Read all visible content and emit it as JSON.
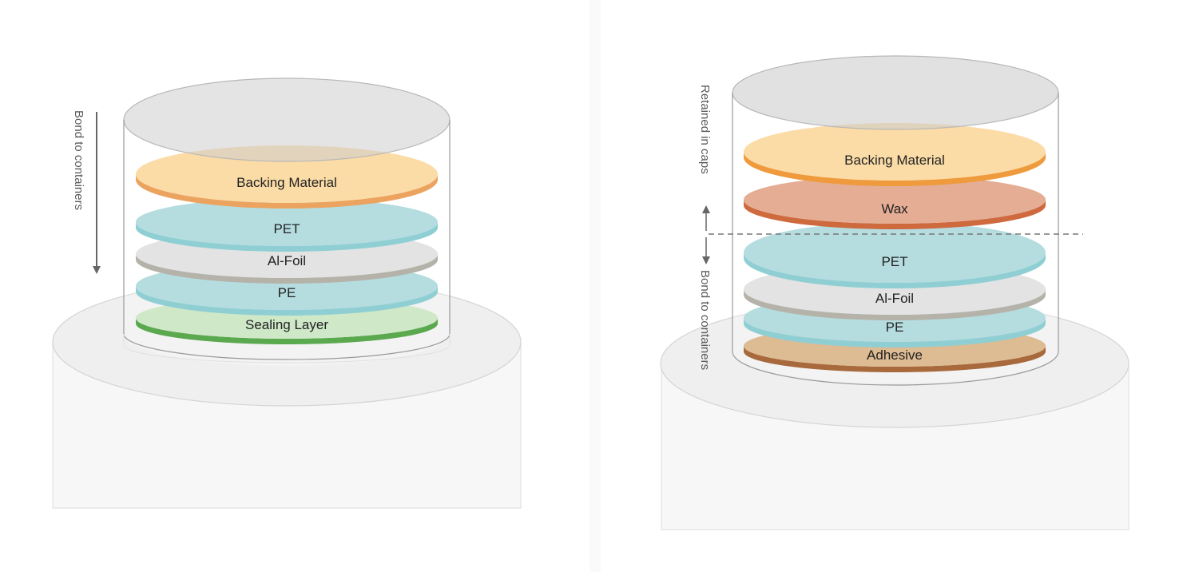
{
  "left_diagram": {
    "side_label": "Bond to containers",
    "layers": [
      {
        "label": "Backing Material",
        "face": "#fbdca6",
        "edge": "#eba35f"
      },
      {
        "label": "PET",
        "face": "#b5dde0",
        "edge": "#8fcfd4"
      },
      {
        "label": "Al-Foil",
        "face": "#e3e3e3",
        "edge": "#b5b3a9"
      },
      {
        "label": "PE",
        "face": "#b5dde0",
        "edge": "#8fcfd4"
      },
      {
        "label": "Sealing Layer",
        "face": "#cfe8c8",
        "edge": "#5ba94f"
      }
    ]
  },
  "right_diagram": {
    "upper_label": "Retained in caps",
    "lower_label": "Bond to containers",
    "layers": [
      {
        "label": "Backing Material",
        "face": "#fbdca6",
        "edge": "#ef9a3c"
      },
      {
        "label": "Wax",
        "face": "#e4ad94",
        "edge": "#cf6a3f"
      },
      {
        "label": "PET",
        "face": "#b5dde0",
        "edge": "#8fcfd4"
      },
      {
        "label": "Al-Foil",
        "face": "#e3e3e3",
        "edge": "#b5b3a9"
      },
      {
        "label": "PE",
        "face": "#b5dde0",
        "edge": "#8fcfd4"
      },
      {
        "label": "Adhesive",
        "face": "#ddbb93",
        "edge": "#a86a3c"
      }
    ]
  }
}
